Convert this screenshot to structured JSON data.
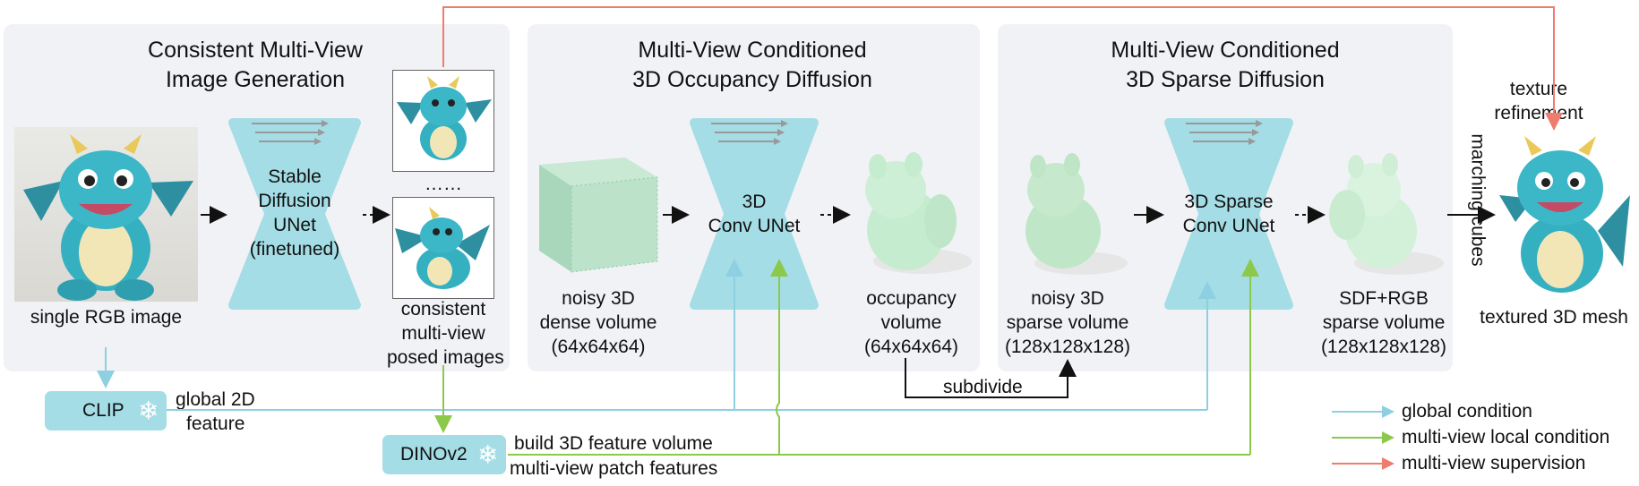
{
  "stages": [
    {
      "title": [
        "Consistent Multi-View",
        "Image Generation"
      ]
    },
    {
      "title": [
        "Multi-View Conditioned",
        "3D Occupancy Diffusion"
      ]
    },
    {
      "title": [
        "Multi-View Conditioned",
        "3D Sparse Diffusion"
      ]
    }
  ],
  "labels": {
    "input": "single RGB image",
    "unet1": [
      "Stable",
      "Diffusion",
      "UNet",
      "(finetuned)"
    ],
    "ellipsis": "……",
    "multiview": [
      "consistent",
      "multi-view",
      "posed images"
    ],
    "noisy_dense": [
      "noisy 3D",
      "dense volume",
      "(64x64x64)"
    ],
    "unet2": [
      "3D",
      "Conv UNet"
    ],
    "occupancy": [
      "occupancy",
      "volume",
      "(64x64x64)"
    ],
    "noisy_sparse": [
      "noisy 3D",
      "sparse volume",
      "(128x128x128)"
    ],
    "unet3": [
      "3D Sparse",
      "Conv UNet"
    ],
    "sdf_rgb": [
      "SDF+RGB",
      "sparse volume",
      "(128x128x128)"
    ],
    "marching_cubes": "marching cubes",
    "texture_refinement": [
      "texture",
      "refinement"
    ],
    "textured_mesh": "textured 3D mesh",
    "global_2d": [
      "global 2D",
      "feature"
    ],
    "build_volume": "build 3D feature volume",
    "patch_features": "multi-view patch features",
    "subdivide": "subdivide"
  },
  "encoders": {
    "clip": "CLIP",
    "dinov2": "DINOv2"
  },
  "icons": {
    "snowflake": "❄"
  },
  "legend": [
    {
      "label": "global condition",
      "color": "#8fcfe2"
    },
    {
      "label": "multi-view local condition",
      "color": "#8cc94a"
    },
    {
      "label": "multi-view supervision",
      "color": "#f07c6e"
    }
  ],
  "colors": {
    "unet_fill": "#a4dde5",
    "panel_bg": "#f1f2f6"
  }
}
